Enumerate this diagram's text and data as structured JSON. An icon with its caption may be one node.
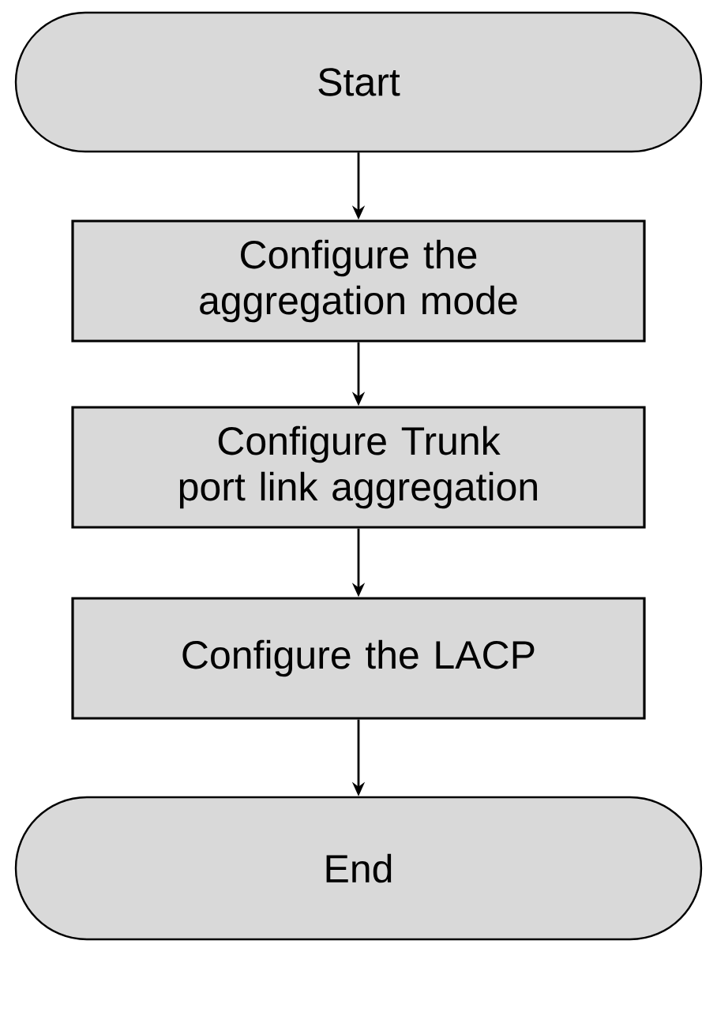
{
  "diagram": {
    "nodes": [
      {
        "text": [
          "Start"
        ]
      },
      {
        "text": [
          "Configure the aggregation mode"
        ]
      },
      {
        "text": [
          "Configure Trunk port link aggregation"
        ]
      },
      {
        "text": [
          "Configure the LACP"
        ]
      },
      {
        "text": [
          "End"
        ]
      }
    ],
    "edges": [
      {
        "from": 0,
        "to": 1,
        "arrow": "to"
      },
      {
        "from": 1,
        "to": 2,
        "arrow": "to"
      },
      {
        "from": 2,
        "to": 3,
        "arrow": "to"
      },
      {
        "from": 3,
        "to": 4,
        "arrow": "to"
      }
    ]
  }
}
